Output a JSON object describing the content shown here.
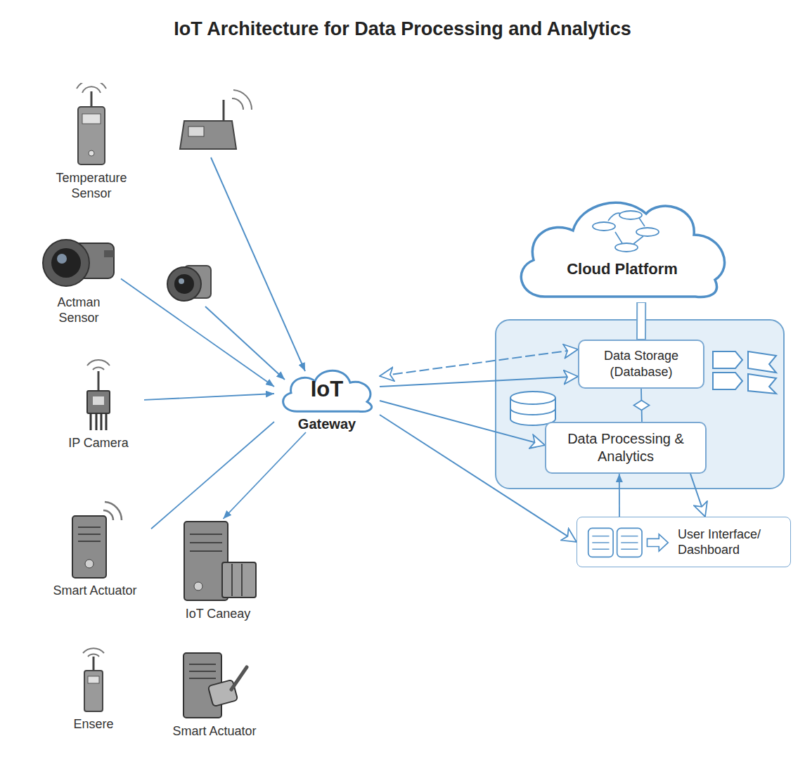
{
  "diagram": {
    "title": "IoT Architecture for Data Processing and Analytics",
    "nodes": [
      {
        "text": [
          "Temperature Sensor"
        ]
      },
      {
        "text": [
          "Actman Sensor"
        ]
      },
      {
        "text": [
          "IP Camera"
        ]
      },
      {
        "text": [
          "Smart Actuator"
        ]
      },
      {
        "text": [
          "IoT Caneay"
        ]
      },
      {
        "text": [
          "Ensere"
        ]
      },
      {
        "text": [
          "Smart Actuator"
        ]
      },
      {
        "text": [
          "IoT",
          "Gateway"
        ]
      },
      {
        "text": [
          "Cloud Platform"
        ]
      },
      {
        "text": [
          "Data Storage (Database)"
        ]
      },
      {
        "text": [
          "Data Processing & Analytics"
        ]
      },
      {
        "text": [
          "User Interface/ Dashboard"
        ]
      }
    ],
    "edges": [
      {
        "from": 1,
        "to": 7,
        "arrow": "to"
      },
      {
        "from": 2,
        "to": 7,
        "arrow": "to"
      },
      {
        "from": 3,
        "to": 7,
        "arrow": "none"
      },
      {
        "from": 7,
        "to": 4,
        "arrow": "to"
      },
      {
        "from": 7,
        "to": 9,
        "arrow": "both"
      },
      {
        "from": 7,
        "to": 9,
        "arrow": "to"
      },
      {
        "from": 7,
        "to": 10,
        "arrow": "to"
      },
      {
        "from": 7,
        "to": 11,
        "arrow": "to"
      },
      {
        "from": 8,
        "to": 9,
        "arrow": "none"
      },
      {
        "from": 9,
        "to": 10,
        "arrow": "none"
      },
      {
        "from": 11,
        "to": 10,
        "arrow": "to"
      },
      {
        "from": 10,
        "to": 11,
        "arrow": "to"
      }
    ]
  }
}
